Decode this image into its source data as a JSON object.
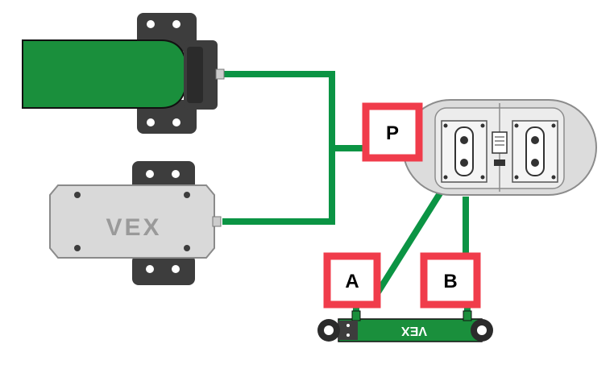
{
  "labels": {
    "p": "P",
    "a": "A",
    "b": "B"
  },
  "logos": {
    "pneumatic_motor": "VEX",
    "cylinder": "VEX"
  },
  "colors": {
    "tube": "#0b9444",
    "highlight": "#f03c4b",
    "dark_part": "#3d3d3d",
    "light_housing": "#d9d9d9",
    "green_body": "#1a8f3c"
  },
  "icons": {
    "mount_top": "mounting-bracket-icon",
    "valve_ports": "valve-port-icon"
  }
}
